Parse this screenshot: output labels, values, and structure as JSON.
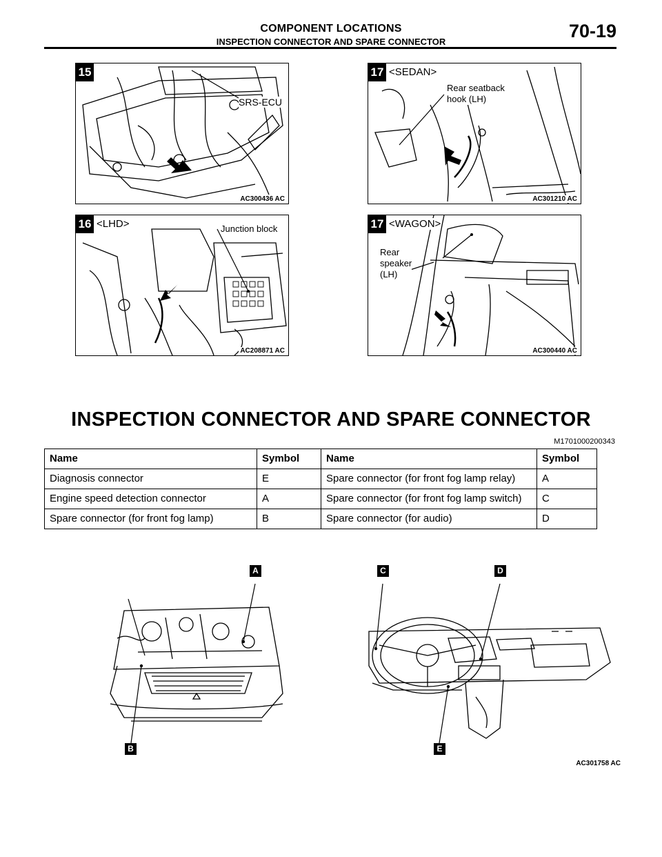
{
  "header": {
    "section": "COMPONENT LOCATIONS",
    "subsection": "INSPECTION CONNECTOR AND SPARE CONNECTOR",
    "page_number": "70-19"
  },
  "figures": [
    {
      "number": "15",
      "variant": "",
      "callouts": [
        "SRS-ECU"
      ],
      "code": "AC300436 AC"
    },
    {
      "number": "17",
      "variant": "<SEDAN>",
      "callouts": [
        "Rear seatback\nhook (LH)"
      ],
      "code": "AC301210 AC"
    },
    {
      "number": "16",
      "variant": "<LHD>",
      "callouts": [
        "Junction block"
      ],
      "code": "AC208871 AC"
    },
    {
      "number": "17",
      "variant": "<WAGON>",
      "callouts": [
        "Rear\nspeaker\n(LH)"
      ],
      "code": "AC300440 AC"
    }
  ],
  "section_title": "INSPECTION CONNECTOR AND SPARE CONNECTOR",
  "document_id": "M1701000200343",
  "table": {
    "headers": [
      "Name",
      "Symbol",
      "Name",
      "Symbol"
    ],
    "rows": [
      [
        "Diagnosis connector",
        "E",
        "Spare connector (for front fog lamp relay)",
        "A"
      ],
      [
        "Engine speed detection connector",
        "A",
        "Spare connector (for front fog lamp switch)",
        "C"
      ],
      [
        "Spare connector (for front fog lamp)",
        "B",
        "Spare connector (for audio)",
        "D"
      ]
    ]
  },
  "bottom_figure": {
    "labels": [
      "A",
      "B",
      "C",
      "D",
      "E"
    ],
    "code": "AC301758 AC"
  }
}
